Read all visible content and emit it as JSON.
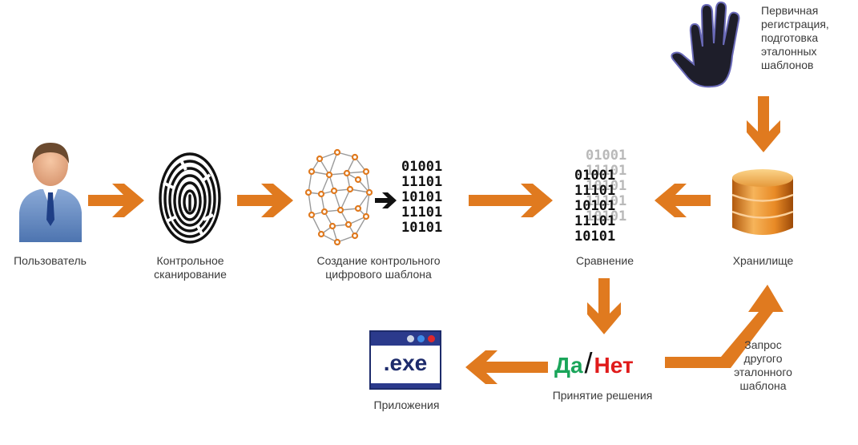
{
  "nodes": {
    "user": {
      "label": "Пользователь"
    },
    "scan": {
      "label_line1": "Контрольное",
      "label_line2": "сканирование"
    },
    "template": {
      "label_line1": "Создание контрольного",
      "label_line2": "цифрового шаблона"
    },
    "compare": {
      "label": "Сравнение"
    },
    "storage": {
      "label": "Хранилище"
    },
    "registration": {
      "label_lines": [
        "Первичная",
        "регистрация,",
        "подготовка",
        "эталонных",
        "шаблонов"
      ]
    },
    "decision": {
      "yes": "Да",
      "slash": "/",
      "no": "Нет",
      "label": "Принятие решения"
    },
    "apps": {
      "label": "Приложения",
      "exe_text": ".exe"
    },
    "request": {
      "label_lines": [
        "Запрос",
        "другого",
        "эталонного",
        "шаблона"
      ]
    }
  },
  "binary": {
    "template_rows": [
      "01001",
      "11101",
      "10101",
      "11101",
      "10101"
    ],
    "compare_back_rows": [
      "01001",
      "11101",
      "10101",
      "11101",
      "10101"
    ],
    "compare_front_rows": [
      "01001",
      "11101",
      "10101",
      "11101",
      "10101"
    ]
  },
  "colors": {
    "arrow": "#e07a1f",
    "yes": "#1aa55a",
    "no": "#e01b1b"
  }
}
